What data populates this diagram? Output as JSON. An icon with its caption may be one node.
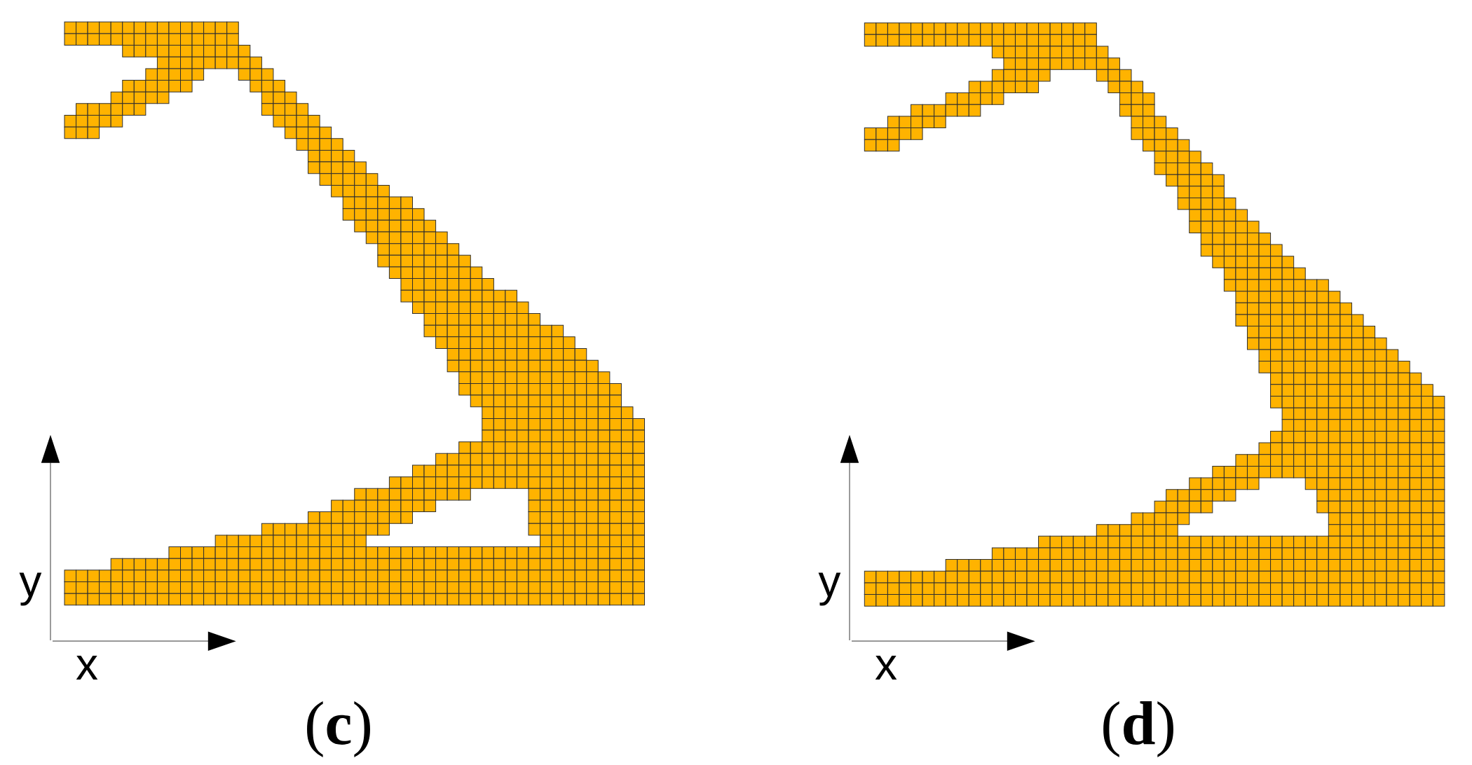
{
  "diagram": {
    "labels": [
      "y",
      "x",
      "(**c**)",
      "y",
      "x",
      "(**d**)"
    ]
  }
}
